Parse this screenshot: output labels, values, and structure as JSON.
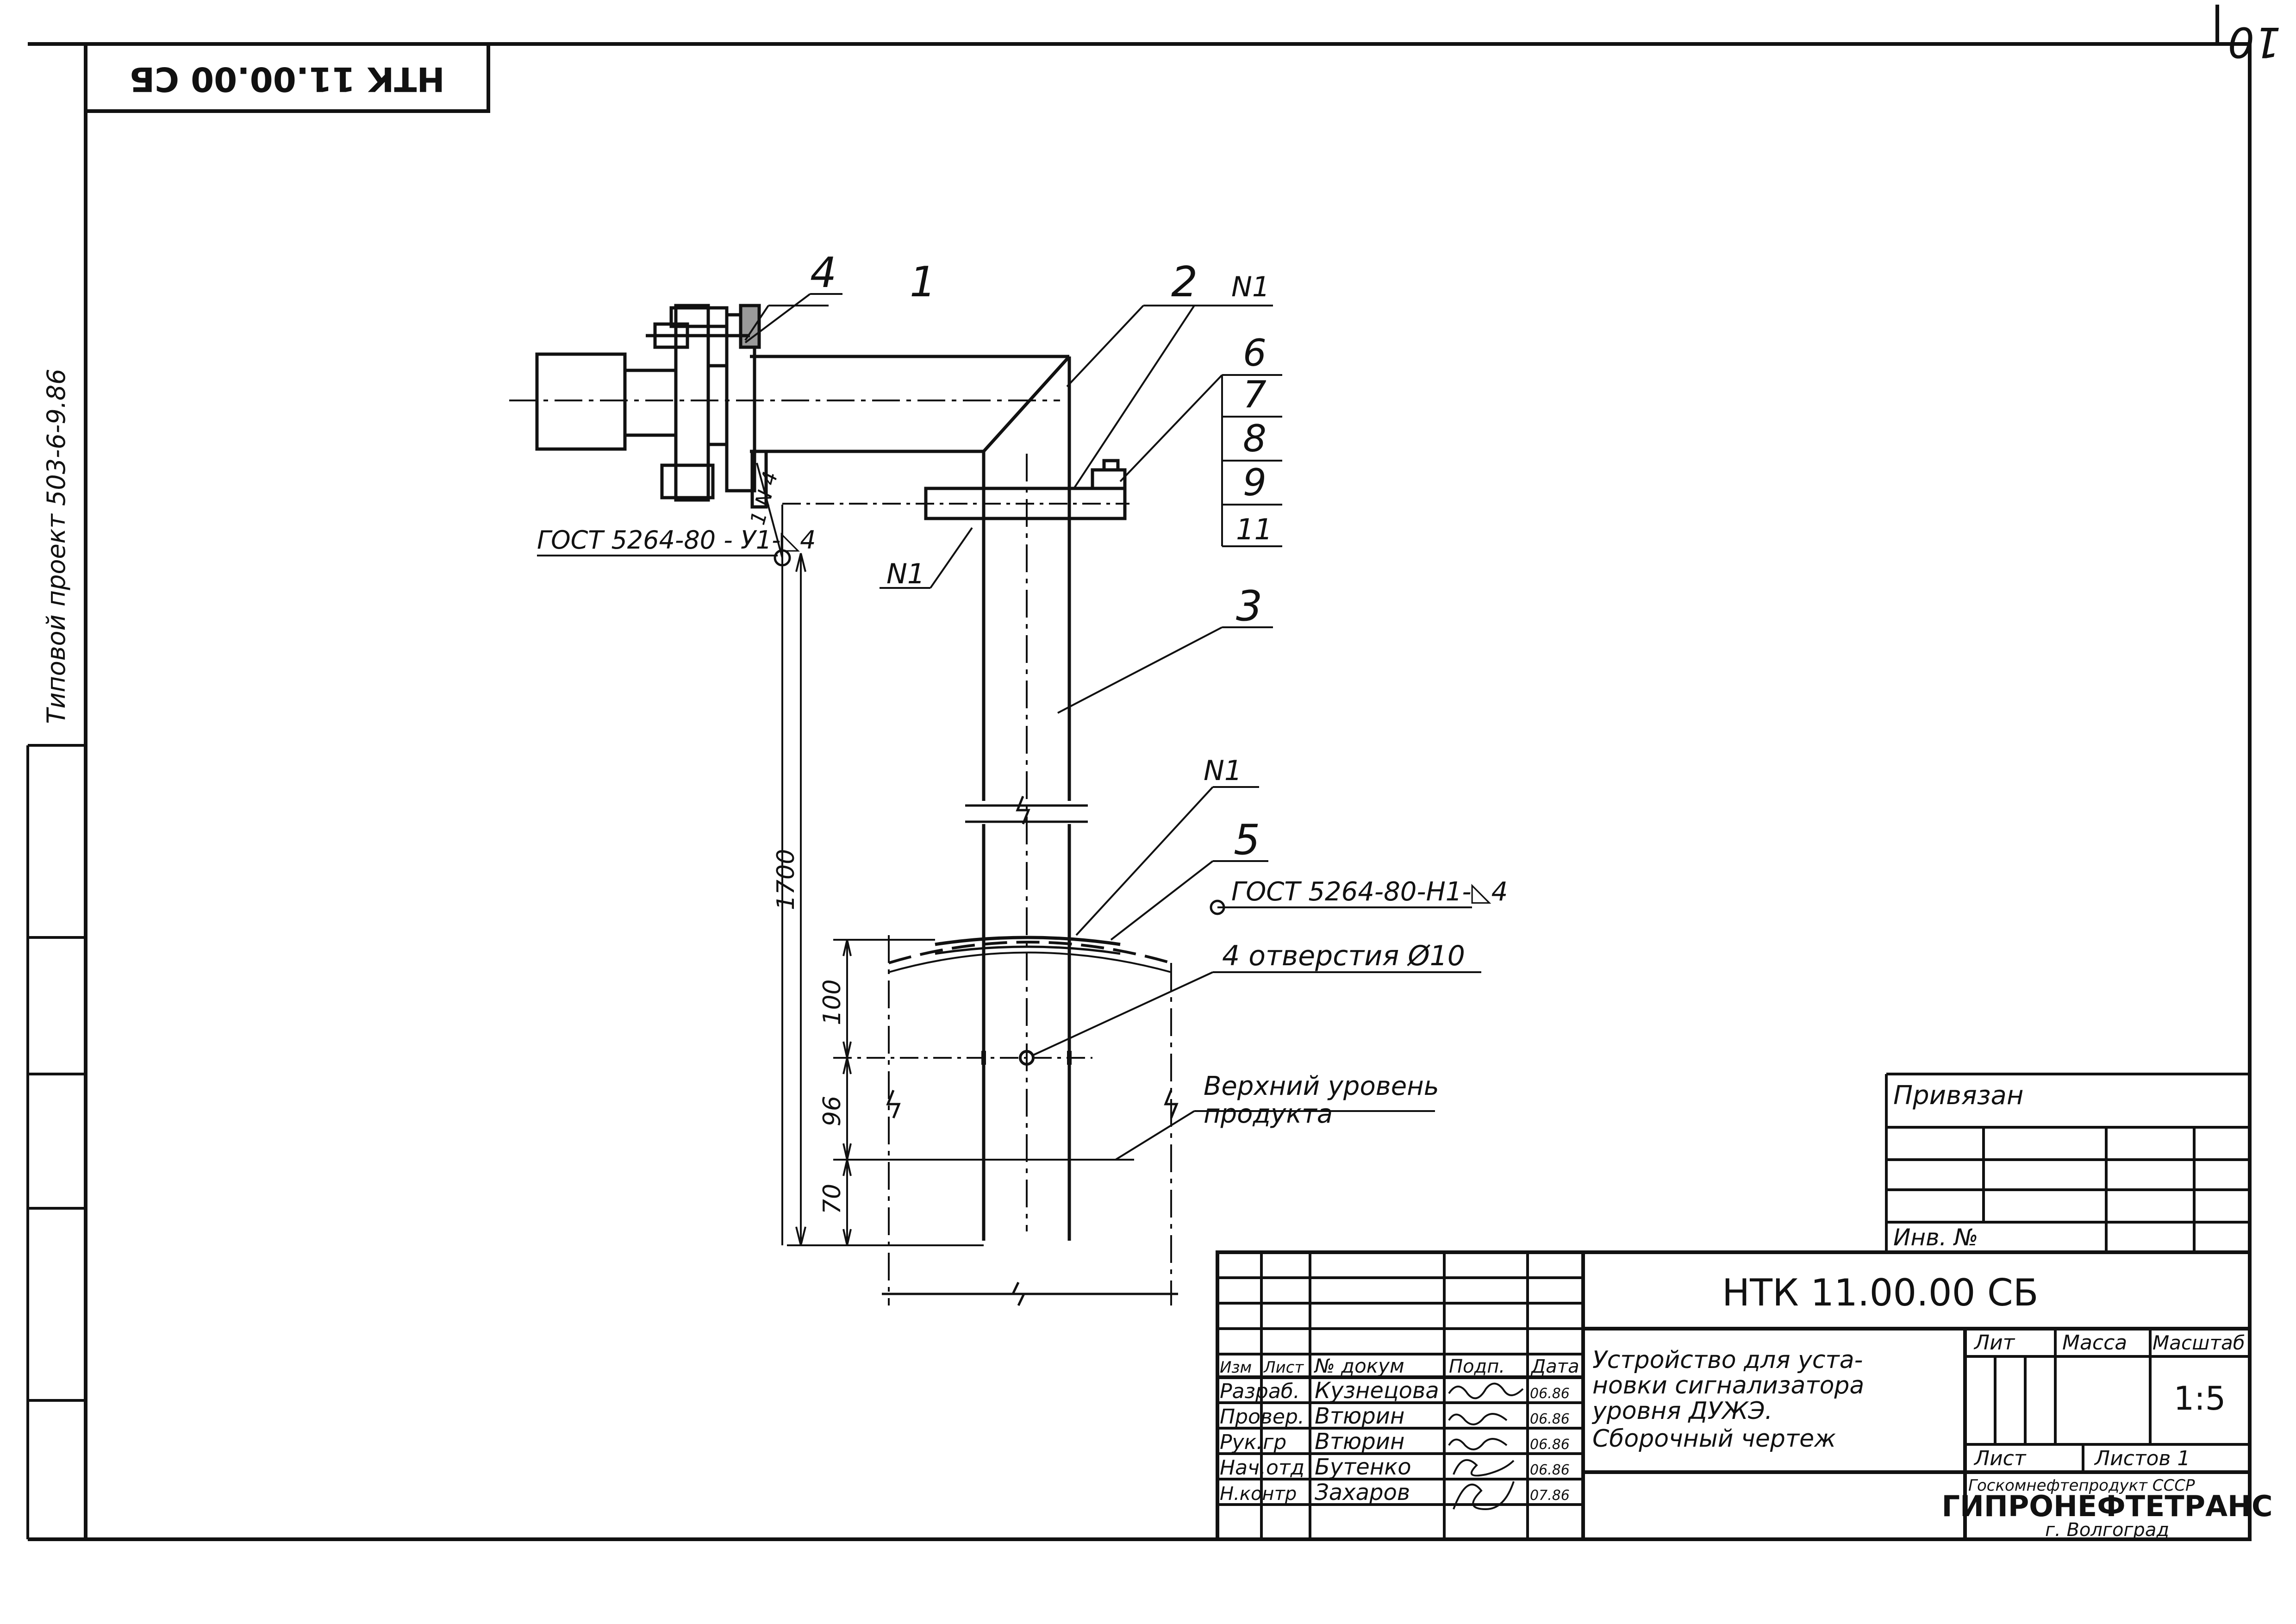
{
  "colors": {
    "ink": "#111111",
    "paper": "#ffffff"
  },
  "sheet_number": "10",
  "stamp_rotated": "НТК 11.00.00 СБ",
  "side_note": "Типовой проект 503-6-9.86",
  "callouts": {
    "p1": "1",
    "p2": "2",
    "p3": "3",
    "p4": "4",
    "p5": "5",
    "p6": "6",
    "p7": "7",
    "p8": "8",
    "p9": "9",
    "p11": "11",
    "n1": "N1",
    "weld_label_rot": "1 N 4"
  },
  "welds": {
    "top": "ГОСТ 5264-80 - У1-◺4",
    "bottom": "ГОСТ 5264-80-Н1-◺4"
  },
  "notes": {
    "holes": "4 отверстия Ø10",
    "level_line1": "Верхний уровень",
    "level_line2": "продукта"
  },
  "dims": {
    "total": "1700",
    "d100": "100",
    "d96": "96",
    "d70": "70"
  },
  "privyazan": {
    "title": "Привязан",
    "inv": "Инв. №"
  },
  "title_block": {
    "doc_code": "НТК 11.00.00 СБ",
    "description": [
      "Устройство для уста-",
      "новки сигнализатора",
      "уровня ДУЖЭ.",
      "Сборочный    чертеж"
    ],
    "col_headers": [
      "Изм",
      "Лист",
      "№ докум",
      "Подп.",
      "Дата"
    ],
    "rows": [
      {
        "role": "Разраб.",
        "name": "Кузнецова",
        "date": "06.86"
      },
      {
        "role": "Провер.",
        "name": "Втюрин",
        "date": "06.86"
      },
      {
        "role": "Рук.гр",
        "name": "Втюрин",
        "date": "06.86"
      },
      {
        "role": "Нач.отд",
        "name": "Бутенко",
        "date": "06.86"
      },
      {
        "role": "Н.контр",
        "name": "Захаров",
        "date": "07.86"
      }
    ],
    "lit": "Лит",
    "mass": "Масса",
    "scale_label": "Масштаб",
    "scale": "1:5",
    "sheet": "Лист",
    "sheets": "Листов 1",
    "org_line1": "Госкомнефтепродукт СССР",
    "org_line2": "ГИПРОНЕФТЕТРАНС",
    "org_line3": "г. Волгоград"
  }
}
